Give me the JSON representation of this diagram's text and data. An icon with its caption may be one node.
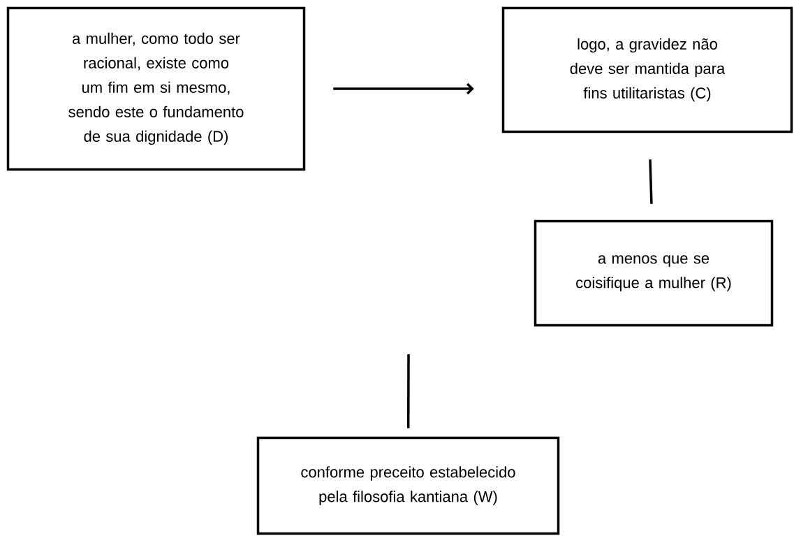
{
  "diagram": {
    "nodes": [
      {
        "text": [
          "a mulher, como todo ser racional, existe como um fim em si mesmo, sendo este o fundamento de sua dignidade (D)"
        ]
      },
      {
        "text": [
          "logo, a gravidez não deve ser mantida para fins utilitaristas (C)"
        ]
      },
      {
        "text": [
          "a menos que se coisifique a mulher (R)"
        ]
      },
      {
        "text": [
          "conforme preceito estabelecido pela filosofia kantiana (W)"
        ]
      }
    ],
    "edges": [
      {
        "from": 0,
        "to": 1,
        "arrow": "to"
      },
      {
        "from": 1,
        "to": 2,
        "arrow": "none"
      },
      {
        "from": 3,
        "to": null,
        "arrow": "none"
      }
    ]
  }
}
